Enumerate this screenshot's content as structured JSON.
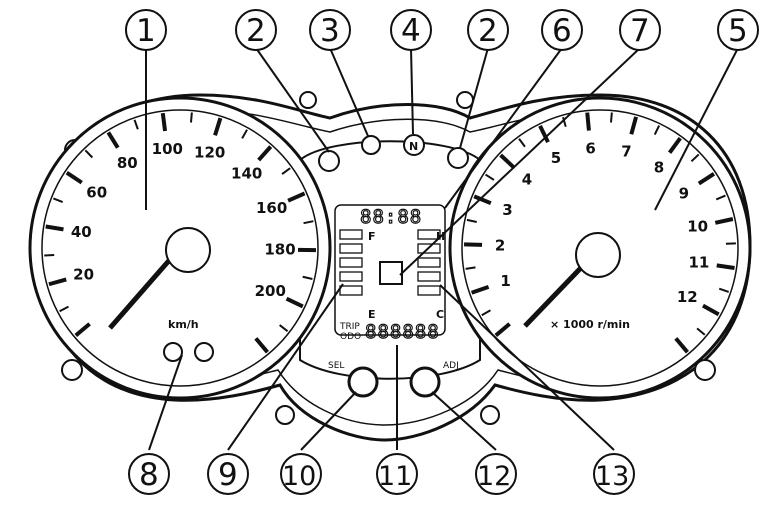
{
  "callouts": [
    "1",
    "2",
    "3",
    "4",
    "2",
    "6",
    "7",
    "5",
    "8",
    "9",
    "10",
    "11",
    "12",
    "13"
  ],
  "speedometer": {
    "labels": [
      "20",
      "40",
      "60",
      "80",
      "100",
      "120",
      "140",
      "160",
      "180",
      "200"
    ],
    "unit": "km/h"
  },
  "tachometer": {
    "labels": [
      "1",
      "2",
      "3",
      "4",
      "5",
      "6",
      "7",
      "8",
      "9",
      "10",
      "11",
      "12"
    ],
    "unit": "× 1000 r/min"
  },
  "indicators": {
    "neutral": "N"
  },
  "lcd": {
    "clock": "88:88",
    "odometer": "888888",
    "fuel_full": "F",
    "fuel_empty": "E",
    "temp_hot": "H",
    "temp_cold": "C",
    "trip_label_1": "TRIP",
    "trip_label_2": "ODO"
  },
  "buttons": {
    "select": "SEL",
    "adjust": "ADJ"
  }
}
